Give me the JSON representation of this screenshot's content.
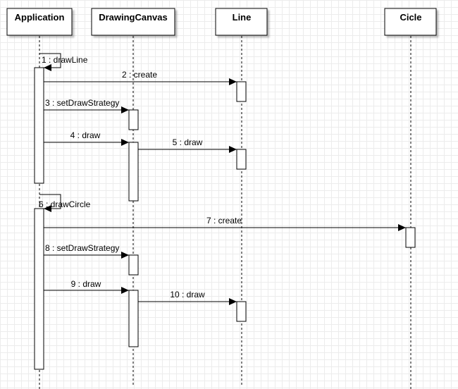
{
  "participants": [
    {
      "id": "application",
      "name": "Application"
    },
    {
      "id": "drawing-canvas",
      "name": "DrawingCanvas"
    },
    {
      "id": "line",
      "name": "Line"
    },
    {
      "id": "cicle",
      "name": "Cicle"
    }
  ],
  "messages": [
    {
      "label": "1 : drawLine",
      "from": "application",
      "to": "application"
    },
    {
      "label": "2 : create",
      "from": "application",
      "to": "line"
    },
    {
      "label": "3 : setDrawStrategy",
      "from": "application",
      "to": "drawing-canvas"
    },
    {
      "label": "4 : draw",
      "from": "application",
      "to": "drawing-canvas"
    },
    {
      "label": "5 : draw",
      "from": "drawing-canvas",
      "to": "line"
    },
    {
      "label": "6 : drawCircle",
      "from": "application",
      "to": "application"
    },
    {
      "label": "7 : create",
      "from": "application",
      "to": "cicle"
    },
    {
      "label": "8 : setDrawStrategy",
      "from": "application",
      "to": "drawing-canvas"
    },
    {
      "label": "9 : draw",
      "from": "application",
      "to": "drawing-canvas"
    },
    {
      "label": "10 : draw",
      "from": "drawing-canvas",
      "to": "line"
    }
  ]
}
